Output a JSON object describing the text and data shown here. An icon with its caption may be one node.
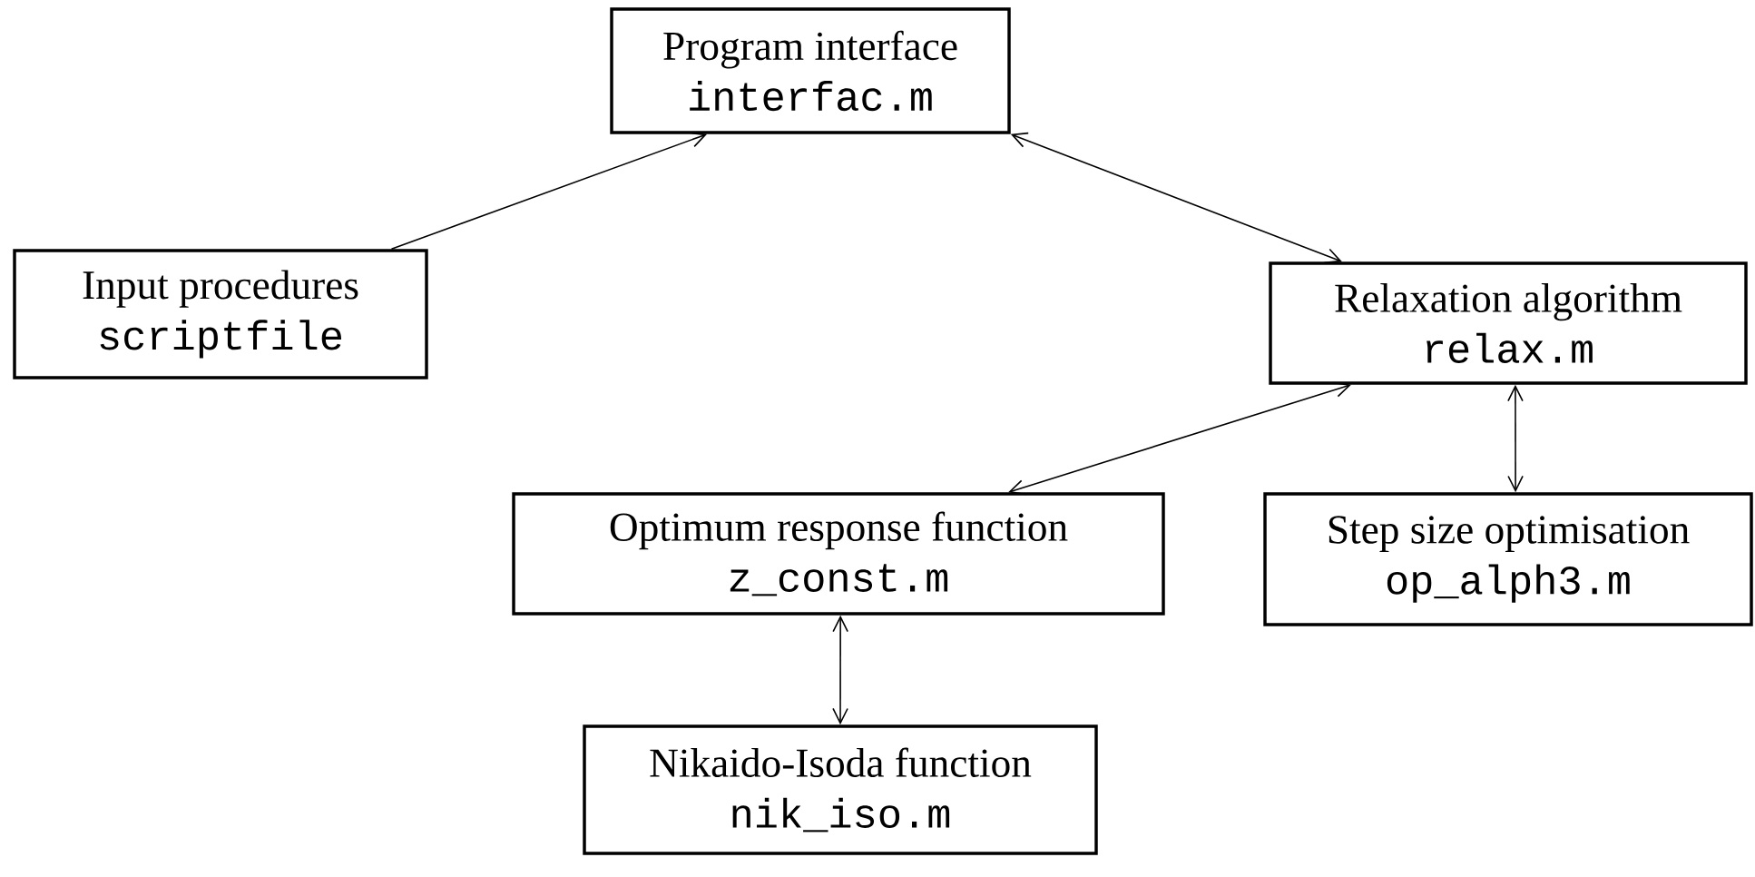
{
  "diagram": {
    "nodes": [
      {
        "text": [
          "Program interface",
          "interfac.m"
        ]
      },
      {
        "text": [
          "Input procedures",
          "scriptfile"
        ]
      },
      {
        "text": [
          "Relaxation algorithm",
          "relax.m"
        ]
      },
      {
        "text": [
          "Optimum response function",
          "z_const.m"
        ]
      },
      {
        "text": [
          "Step size optimisation",
          "op_alph3.m"
        ]
      },
      {
        "text": [
          "Nikaido-Isoda function",
          "nik_iso.m"
        ]
      }
    ],
    "edges": [
      {
        "from": 1,
        "to": 0,
        "arrow": "to"
      },
      {
        "from": 0,
        "to": 2,
        "arrow": "both"
      },
      {
        "from": 2,
        "to": 3,
        "arrow": "both"
      },
      {
        "from": 2,
        "to": 4,
        "arrow": "both"
      },
      {
        "from": 3,
        "to": 5,
        "arrow": "both"
      }
    ]
  }
}
